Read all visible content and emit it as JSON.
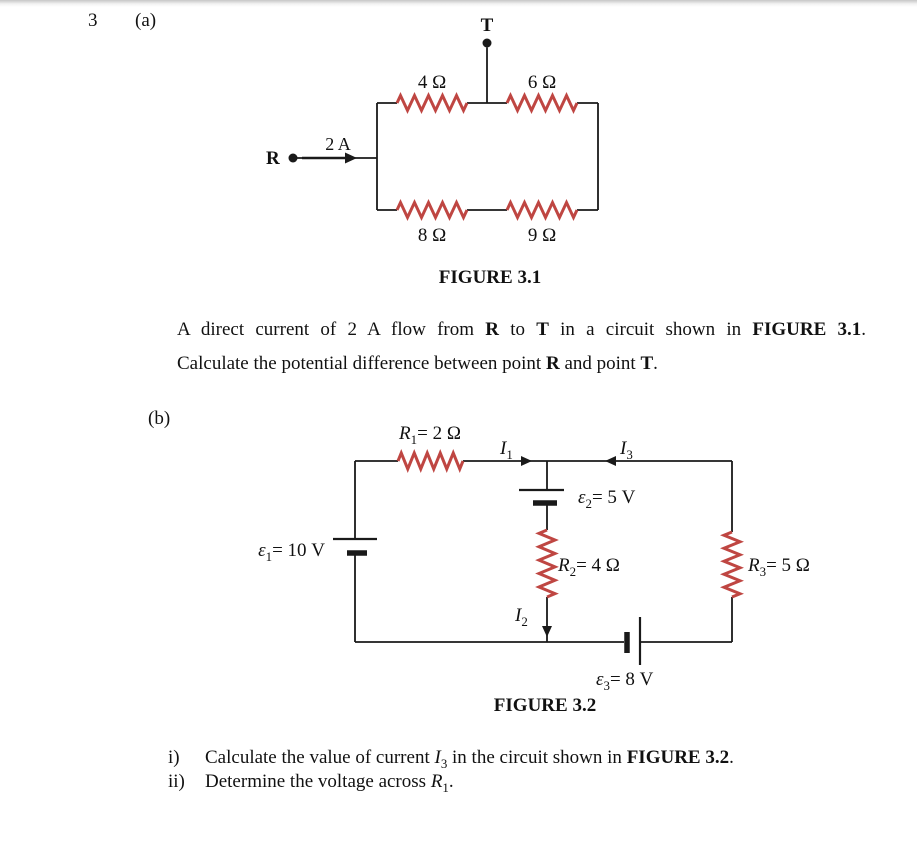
{
  "colors": {
    "wire": "#1a1a1a",
    "resistor": "#bf4642",
    "text": "#111111",
    "top_fade": "#c6c6c6"
  },
  "page": {
    "question_number": "3",
    "part_a_label": "(a)",
    "part_b_label": "(b)"
  },
  "fig1": {
    "point_t": "T",
    "point_r": "R",
    "current_label": "2 A",
    "r_top_left": "4 Ω",
    "r_top_right": "6 Ω",
    "r_bottom_left": "8 Ω",
    "r_bottom_right": "9 Ω",
    "caption": "FIGURE 3.1"
  },
  "question_a": {
    "line1": {
      "s1": "A direct current of 2 A flow from ",
      "b1": "R",
      "s2": " to ",
      "b2": "T",
      "s3": " in a circuit shown in ",
      "b3": "FIGURE 3.1",
      "s4": "."
    },
    "line2": {
      "s1": "Calculate the potential difference between point ",
      "b1": "R",
      "s2": " and point ",
      "b2": "T",
      "s3": "."
    }
  },
  "fig2": {
    "r1": {
      "sym": "R",
      "sub": "1",
      "val": "= 2 Ω"
    },
    "r2": {
      "sym": "R",
      "sub": "2",
      "val": "= 4 Ω"
    },
    "r3": {
      "sym": "R",
      "sub": "3",
      "val": "= 5 Ω"
    },
    "e1": {
      "sym": "ε",
      "sub": "1",
      "val": "= 10 V"
    },
    "e2": {
      "sym": "ε",
      "sub": "2",
      "val": "= 5 V"
    },
    "e3": {
      "sym": "ε",
      "sub": "3",
      "val": "= 8 V"
    },
    "i1": {
      "sym": "I",
      "sub": "1"
    },
    "i2": {
      "sym": "I",
      "sub": "2"
    },
    "i3": {
      "sym": "I",
      "sub": "3"
    },
    "caption": "FIGURE 3.2"
  },
  "question_b": {
    "item1": {
      "marker": "i)",
      "s1": "Calculate the value of current ",
      "sym": "I",
      "sub": "3",
      "s2": " in the circuit shown in ",
      "b1": "FIGURE 3.2",
      "s3": "."
    },
    "item2": {
      "marker": "ii)",
      "s1": "Determine the voltage across ",
      "sym": "R",
      "sub": "1",
      "s2": "."
    }
  }
}
